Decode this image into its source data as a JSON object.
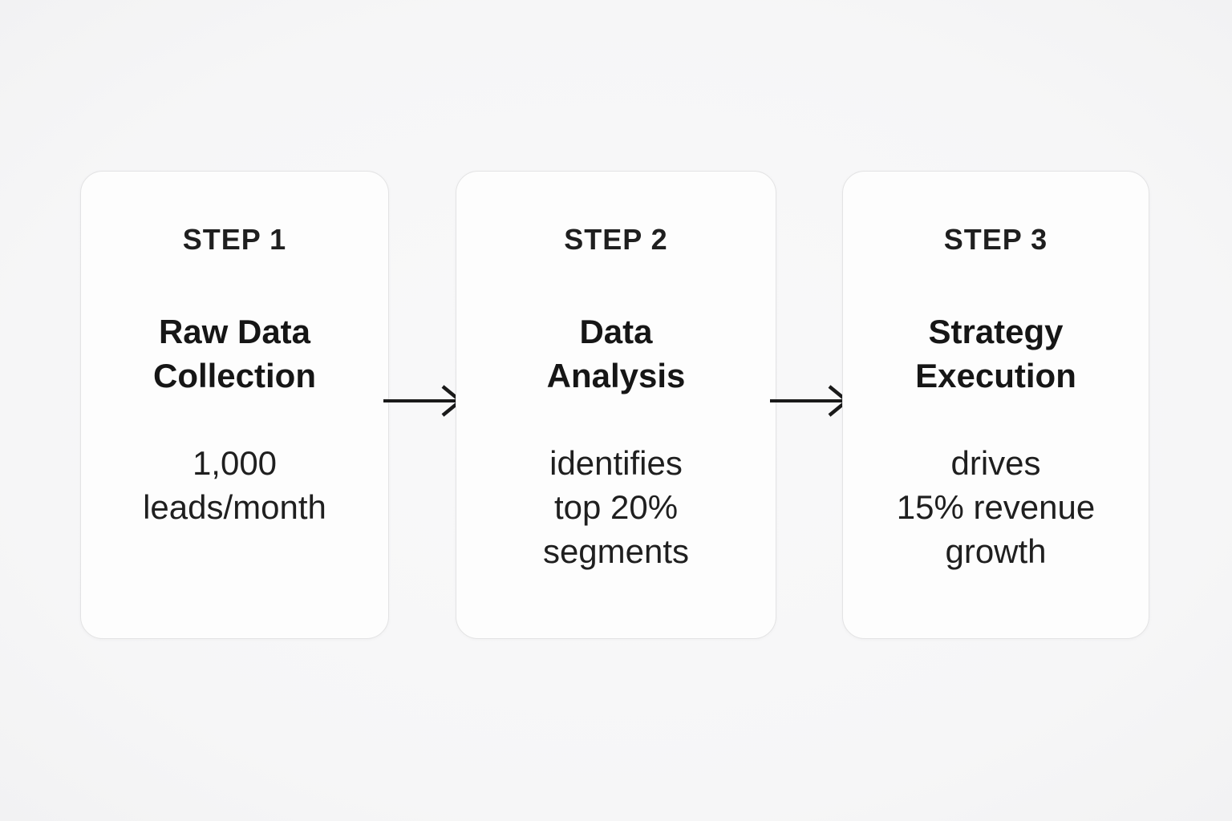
{
  "colors": {
    "bg": "#f6f6f7",
    "card-bg": "#fdfdfd",
    "card-border": "#e3e3e4",
    "text": "#1f1f1f",
    "title": "#161616",
    "arrow": "#1a1a1a"
  },
  "steps": [
    {
      "label": "STEP 1",
      "title": "Raw Data\nCollection",
      "description": "1,000\nleads/month"
    },
    {
      "label": "STEP 2",
      "title": "Data\nAnalysis",
      "description": "identifies\ntop 20%\nsegments"
    },
    {
      "label": "STEP 3",
      "title": "Strategy\nExecution",
      "description": "drives\n15% revenue\ngrowth"
    }
  ]
}
